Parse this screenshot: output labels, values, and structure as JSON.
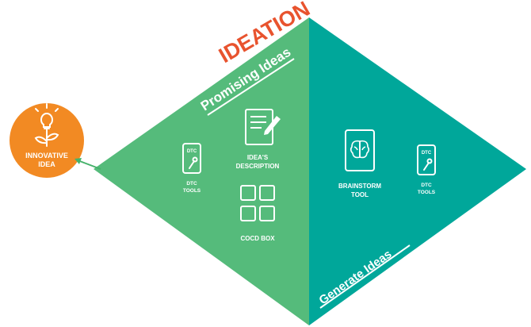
{
  "title": "IDEATION",
  "left_label": "Promising Ideas",
  "right_label": "Generate Ideas",
  "outcome": {
    "line1": "INNOVATIVE",
    "line2": "IDEA"
  },
  "left_tools": {
    "dtc_badge": "DTC",
    "dtc_line1": "DTC",
    "dtc_line2": "TOOLS",
    "desc_line1": "IDEA'S",
    "desc_line2": "DESCRIPTION",
    "cocd": "COCD BOX"
  },
  "right_tools": {
    "brainstorm_line1": "BRAINSTORM",
    "brainstorm_line2": "TOOL",
    "dtc_badge": "DTC",
    "dtc_line1": "DTC",
    "dtc_line2": "TOOLS"
  },
  "colors": {
    "left_panel": "#55bb7b",
    "right_panel": "#00a79a",
    "title": "#e8532e",
    "bulb_circle": "#f28a23",
    "arrow": "#46b26b"
  }
}
